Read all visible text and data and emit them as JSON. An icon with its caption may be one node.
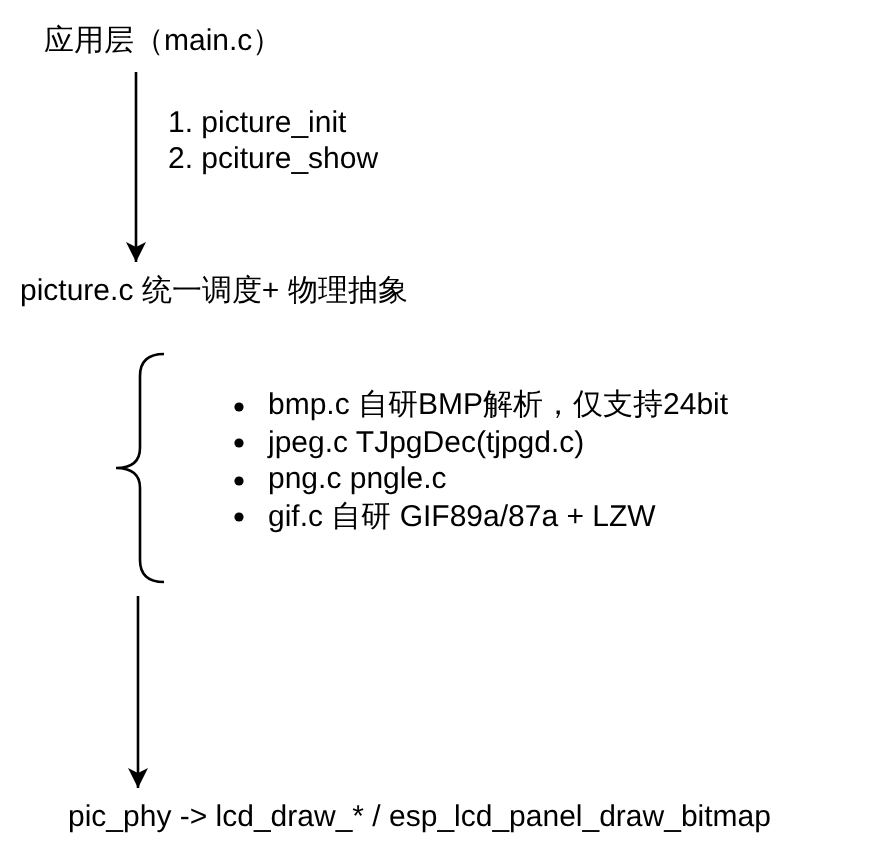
{
  "diagram": {
    "nodes": [
      {
        "text": [
          "应用层（main.c）"
        ]
      },
      {
        "text": [
          "picture.c 统一调度+ 物理抽象"
        ]
      },
      {
        "text": [
          "bmp.c 自研BMP解析，仅支持24bit",
          "jpeg.c TJpgDec(tjpgd.c)",
          "png.c pngle.c",
          "gif.c 自研 GIF89a/87a + LZW"
        ]
      },
      {
        "text": [
          "pic_phy -> lcd_draw_* / esp_lcd_panel_draw_bitmap"
        ]
      }
    ],
    "edges": [
      {
        "from": 0,
        "to": 1,
        "arrow": "to",
        "label": "1. picture_init 2. pciture_show"
      },
      {
        "from": 2,
        "to": 3,
        "arrow": "to"
      }
    ]
  }
}
